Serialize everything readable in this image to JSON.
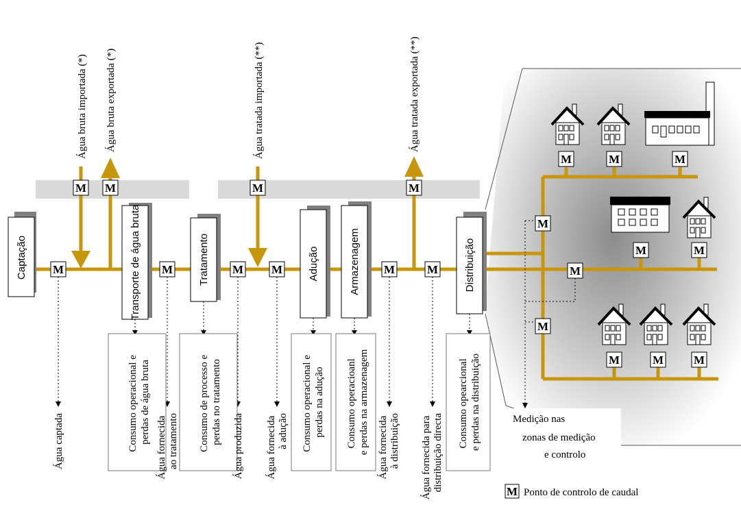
{
  "meter_letter": "M",
  "colors": {
    "pipe": "#c8960c",
    "band": "#d9d9d9",
    "box_shadow": "#808080",
    "roof": "#000000"
  },
  "stages": [
    "Captação",
    "Transporte de água bruta",
    "Tratamento",
    "Adução",
    "Armazenagem",
    "Distribuição"
  ],
  "top_flows": [
    "Água bruta importada (*)",
    "Água bruta exportada (*)",
    "Água tratada importada (**)",
    "Água tratada exportada (**)"
  ],
  "bottom_flows": [
    [
      "Água captada"
    ],
    [
      "Água fornecida",
      "ao tratamento"
    ],
    [
      "Água produzida"
    ],
    [
      "Água fornecida",
      "à adução"
    ],
    [
      "Água fornecida",
      "à distribuição"
    ],
    [
      "Água fornecida para",
      "distribuição directa"
    ]
  ],
  "consumption_boxes": [
    [
      "Consumo operacional e",
      "perdas de água bruta"
    ],
    [
      "Consumo de processo e",
      "perdas no tratamento"
    ],
    [
      "Consumo operacional e",
      "perdas na adução"
    ],
    [
      "Consumo operacioanl",
      "e perdas na armazenagem"
    ],
    [
      "Consumo opearcional",
      "e perdas na distribuição"
    ]
  ],
  "zone_label": [
    "Medição nas",
    "zonas de medição",
    "e controlo"
  ],
  "legend": {
    "symbol": "M",
    "text": "Ponto de controlo de caudal"
  }
}
